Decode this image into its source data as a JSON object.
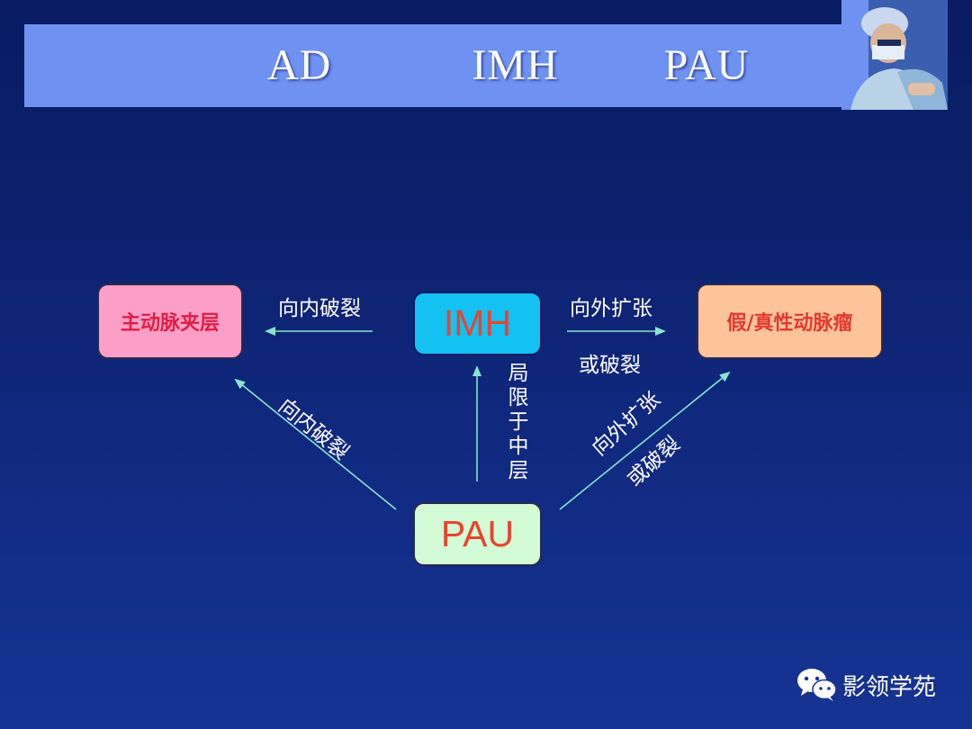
{
  "title": "AD    IMH   PAU",
  "nodes": {
    "ad": "主动脉夹层",
    "imh": "IMH",
    "aneurysm": "假/真性动脉瘤",
    "pau": "PAU"
  },
  "edges": {
    "imh_to_ad": "向内破裂",
    "imh_to_aneurysm_line1": "向外扩张",
    "imh_to_aneurysm_line2": "或破裂",
    "pau_to_imh": "局限于中层",
    "pau_to_ad": "向内破裂",
    "pau_to_aneurysm_line1": "向外扩张",
    "pau_to_aneurysm_line2": "或破裂"
  },
  "watermark": "影领学苑",
  "colors": {
    "arrow": "#8be3cc"
  }
}
